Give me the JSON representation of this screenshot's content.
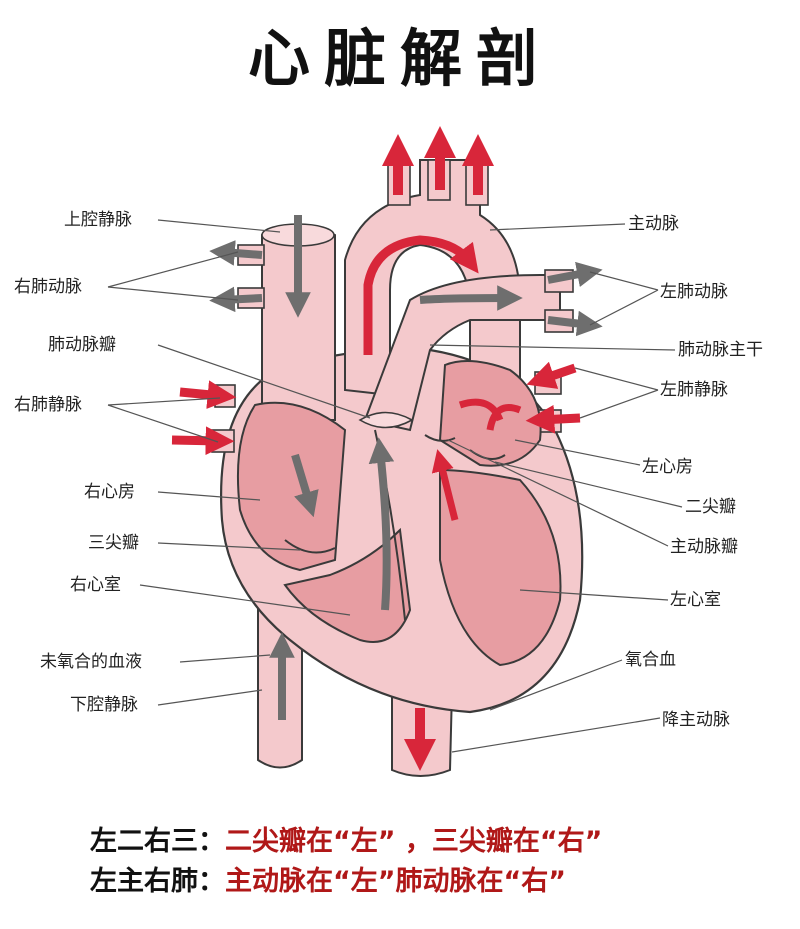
{
  "title": "心脏解剖",
  "labels": {
    "svc": "上腔静脉",
    "rpa": "右肺动脉",
    "pv_valve": "肺动脉瓣",
    "rpv": "右肺静脉",
    "ra": "右心房",
    "tricuspid": "三尖瓣",
    "rv": "右心室",
    "deoxy": "未氧合的血液",
    "ivc": "下腔静脉",
    "aorta": "主动脉",
    "lpa": "左肺动脉",
    "pa_trunk": "肺动脉主干",
    "lpv": "左肺静脉",
    "la": "左心房",
    "mitral": "二尖瓣",
    "aortic_valve": "主动脉瓣",
    "lv": "左心室",
    "oxy": "氧合血",
    "desc_aorta": "降主动脉"
  },
  "notes": [
    {
      "key": "左二右三：",
      "value": "二尖瓣在“左” ，三尖瓣在“右”"
    },
    {
      "key": "左主右肺：",
      "value": "主动脉在“左”肺动脉在“右”"
    }
  ],
  "colors": {
    "wall": "#f4c9cc",
    "chamber": "#e79da2",
    "outline": "#3a3a3a",
    "arrow_red": "#d8263a",
    "arrow_gray": "#6e6e6e"
  }
}
